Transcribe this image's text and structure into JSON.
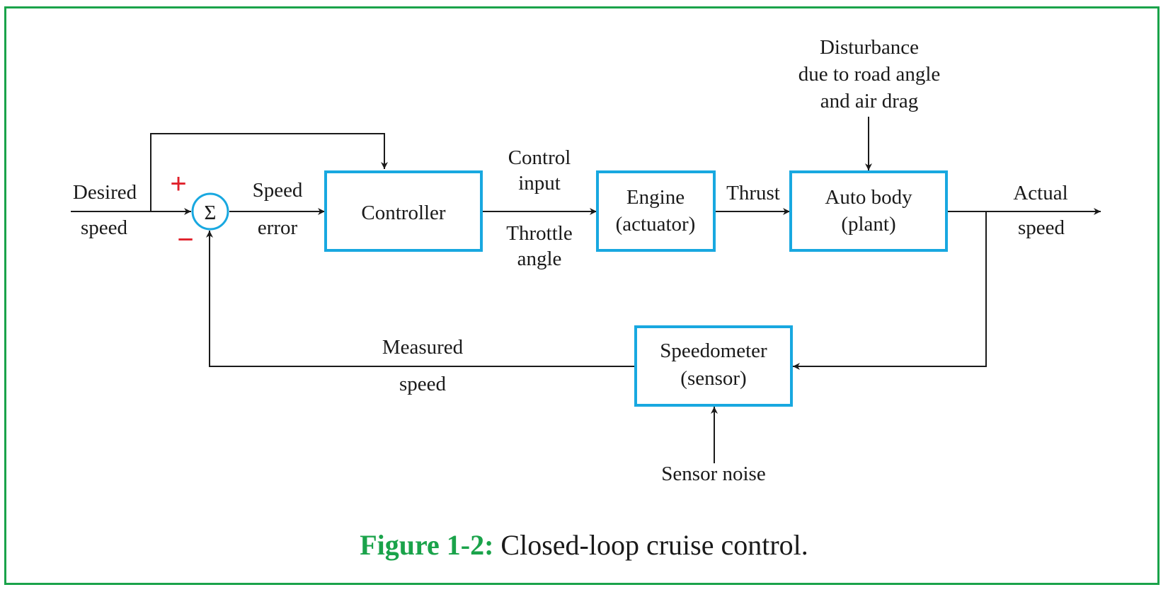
{
  "diagram": {
    "blocks": {
      "controller": [
        "Controller"
      ],
      "engine": [
        "Engine",
        "(actuator)"
      ],
      "auto_body": [
        "Auto body",
        "(plant)"
      ],
      "speedometer": [
        "Speedometer",
        "(sensor)"
      ]
    },
    "summing_junction": {
      "symbol": "Σ",
      "plus_sign": "+",
      "minus_sign": "−"
    },
    "signals": {
      "desired_speed": [
        "Desired",
        "speed"
      ],
      "speed_error": [
        "Speed",
        "error"
      ],
      "control_input": [
        "Control",
        "input"
      ],
      "throttle_angle": [
        "Throttle",
        "angle"
      ],
      "thrust": [
        "Thrust"
      ],
      "actual_speed": [
        "Actual",
        "speed"
      ],
      "disturbance": [
        "Disturbance",
        "due to road angle",
        "and air drag"
      ],
      "measured_speed": [
        "Measured",
        "speed"
      ],
      "sensor_noise": [
        "Sensor noise"
      ]
    },
    "colors": {
      "block_border": "#18a8e0",
      "frame": "#1aa34a",
      "signs": "#e0202a",
      "caption_label": "#1aa34a"
    }
  },
  "caption": {
    "label": "Figure 1-2:",
    "text": "Closed-loop cruise control."
  }
}
